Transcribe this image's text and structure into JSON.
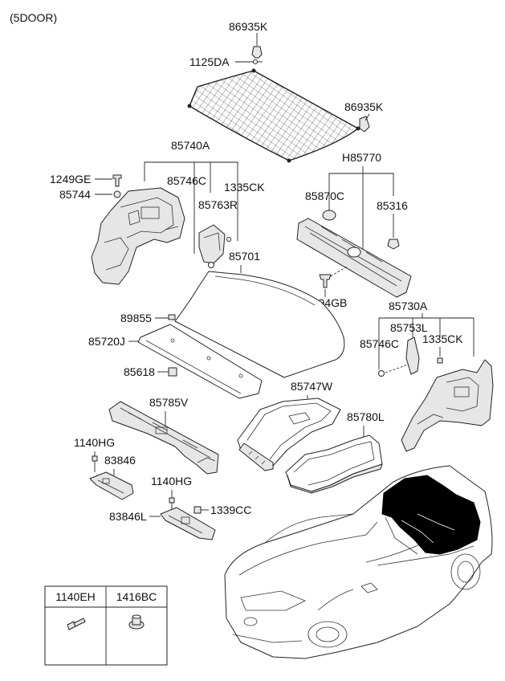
{
  "header": {
    "variant": "(5DOOR)"
  },
  "labels": {
    "l86935K_top": "86935K",
    "l1125DA": "1125DA",
    "l86935K_right": "86935K",
    "l85740A": "85740A",
    "lH85770": "H85770",
    "l1249GE": "1249GE",
    "l85746C_left": "85746C",
    "l1335CK_left": "1335CK",
    "l85744": "85744",
    "l85763R": "85763R",
    "l85870C": "85870C",
    "l85316": "85316",
    "l85701": "85701",
    "l1194GB": "1194GB",
    "l85730A": "85730A",
    "l89855": "89855",
    "l85753L": "85753L",
    "l85720J": "85720J",
    "l85746C_right": "85746C",
    "l1335CK_right": "1335CK",
    "l85618": "85618",
    "l85747W": "85747W",
    "l85785V": "85785V",
    "l85780L": "85780L",
    "l1140HG_left": "1140HG",
    "l83846": "83846",
    "l1140HG_mid": "1140HG",
    "l83846L": "83846L",
    "l1339CC": "1339CC"
  },
  "legend_table": {
    "headers": [
      "1140EH",
      "1416BC"
    ]
  }
}
